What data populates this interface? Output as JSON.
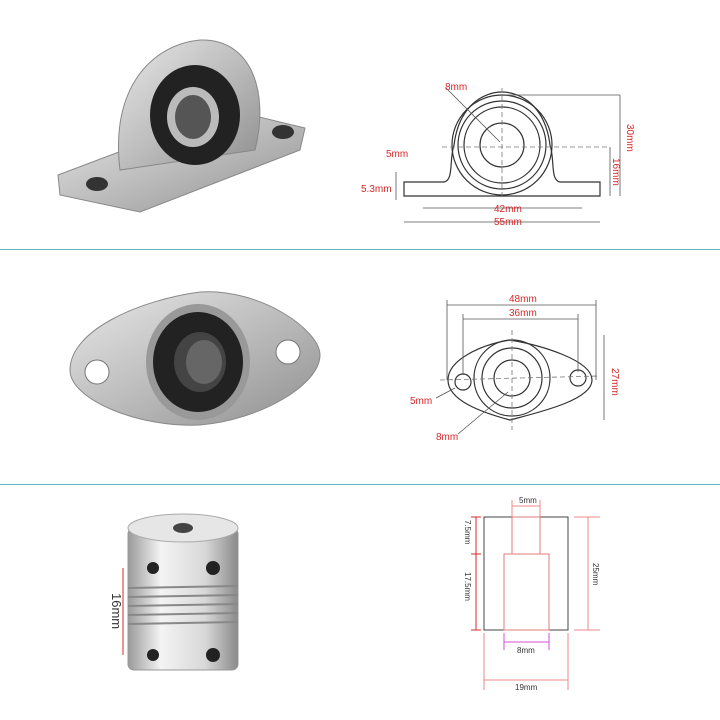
{
  "panels": [
    {
      "name": "pillow-block-bearing",
      "dimensions": {
        "bore": "8mm",
        "height": "30mm",
        "center_height": "16mm",
        "hole": "5mm",
        "base_thickness": "5.3mm",
        "hole_spacing": "42mm",
        "length": "55mm"
      }
    },
    {
      "name": "flange-bearing",
      "dimensions": {
        "length": "48mm",
        "hole_spacing": "36mm",
        "height": "27mm",
        "hole": "5mm",
        "bore": "8mm"
      }
    },
    {
      "name": "flexible-coupling",
      "photo_label": "16mm",
      "dimensions": {
        "small_bore": "5mm",
        "small_depth": "7.5mm",
        "large_depth": "17.5mm",
        "length": "25mm",
        "large_bore": "8mm",
        "diameter": "19mm"
      }
    }
  ],
  "colors": {
    "dimension_text": "#d8282a",
    "separator": "#5fb8c0"
  }
}
